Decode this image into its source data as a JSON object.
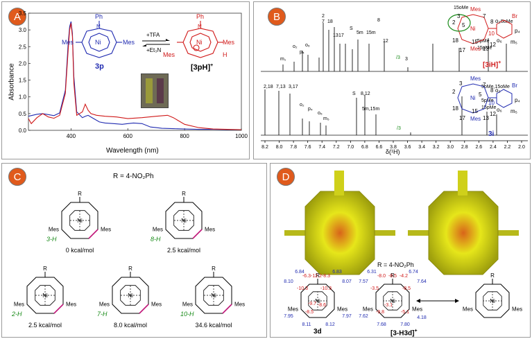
{
  "colors": {
    "blue": "#1f2ab0",
    "red": "#d01818",
    "green": "#178a17",
    "badge": "#e05a1c",
    "badge_gray": "#8c8c8c",
    "surface": "#e6e61a"
  },
  "panelA": {
    "badge": "A",
    "ylabel": "Absorbance",
    "xlabel": "Wavelength (nm)",
    "yticks": [
      "0.0",
      "0.5",
      "1.0",
      "1.5",
      "2.0",
      "2.5",
      "3.0",
      "3.5"
    ],
    "xticks": [
      "400",
      "600",
      "800",
      "1000"
    ],
    "mol_left": {
      "label": "3p",
      "top_sub": "Ph",
      "n": "N",
      "ni": "Ni",
      "mes_left": "Mes",
      "mes_right": "Mes"
    },
    "mol_right": {
      "label": "[3pH]",
      "sup": "+",
      "top_sub": "Ph",
      "n": "N",
      "ni": "Ni",
      "mes_left": "Mes",
      "mes_right": "Mes",
      "h": "H"
    },
    "arrow_top": "+TFA",
    "arrow_bottom": "+Et₃N"
  },
  "chart_data": {
    "type": "line",
    "xlabel": "Wavelength (nm)",
    "ylabel": "Absorbance",
    "xlim": [
      250,
      1000
    ],
    "ylim": [
      0,
      3.5
    ],
    "series": [
      {
        "x": [
          250,
          280,
          300,
          320,
          340,
          360,
          380,
          390,
          395,
          400,
          405,
          410,
          420,
          440,
          450,
          460,
          480,
          500,
          520,
          550,
          580,
          600,
          620,
          650,
          680,
          700,
          720,
          760,
          800,
          850,
          900,
          950,
          1000
        ],
        "values": [
          0.42,
          0.48,
          0.5,
          0.47,
          0.44,
          0.52,
          1.2,
          2.6,
          3.1,
          3.25,
          2.9,
          1.6,
          0.55,
          0.38,
          0.42,
          0.45,
          0.35,
          0.25,
          0.22,
          0.2,
          0.18,
          0.2,
          0.22,
          0.2,
          0.1,
          0.08,
          0.06,
          0.05,
          0.04,
          0.03,
          0.03,
          0.02,
          0.02
        ]
      },
      {
        "x": [
          250,
          260,
          280,
          300,
          320,
          340,
          360,
          380,
          390,
          395,
          400,
          405,
          410,
          420,
          440,
          450,
          460,
          470,
          490,
          520,
          560,
          600,
          650,
          700,
          740,
          760,
          780,
          800,
          850,
          900,
          950,
          1000
        ],
        "values": [
          0.35,
          0.2,
          0.38,
          0.5,
          0.4,
          0.36,
          0.45,
          1.1,
          2.4,
          3.0,
          3.2,
          2.8,
          1.4,
          0.45,
          0.55,
          0.78,
          0.6,
          0.5,
          0.45,
          0.42,
          0.4,
          0.35,
          0.38,
          0.42,
          0.45,
          0.38,
          0.28,
          0.18,
          0.08,
          0.04,
          0.03,
          0.02
        ]
      }
    ]
  },
  "panelB": {
    "badge": "B",
    "axis_label": "δ(¹H)",
    "ticks": [
      "8.2",
      "8.0",
      "7.8",
      "7.6",
      "7.4",
      "7.2",
      "7.0",
      "6.8",
      "6.6",
      "3.8",
      "3.6",
      "3.4",
      "3.2",
      "3.0",
      "2.8",
      "2.6",
      "2.4",
      "2.2",
      "2.0"
    ],
    "top_labels": [
      "m₁",
      "o₂",
      "p₄",
      "o₆",
      "7",
      "2",
      "18",
      "13",
      "17",
      "S",
      "5m",
      "15m",
      "8",
      "12",
      "/3",
      "3",
      "15oMe",
      "5pMe",
      "15pMe",
      "5oMe"
    ],
    "bottom_labels": [
      "2,18",
      "7,13",
      "3,17",
      "o₂",
      "p₄",
      "o₆",
      "m₅",
      "S",
      "8,12",
      "5m,15m",
      "/3",
      "5oMe,15oMe",
      "5pMe",
      "15pMe"
    ],
    "top_compound": "[3iH]",
    "top_sup": "+",
    "bottom_compound": "3i",
    "mol_labels": {
      "mes": "Mes",
      "ni": "Ni",
      "n": "N",
      "br": "Br",
      "o2": "o₂",
      "p4": "p₄",
      "o6": "o₆",
      "m5": "m₅",
      "n2": "2",
      "n3": "3",
      "n5": "5",
      "n7": "7",
      "n8": "8",
      "n10": "10",
      "n12": "12",
      "n13": "13",
      "n15": "15",
      "n17": "17",
      "n18": "18"
    }
  },
  "panelC": {
    "badge": "C",
    "r_label": "R = 4-NO₂Ph",
    "structures": [
      {
        "name": "3-H",
        "energy": "0 kcal/mol"
      },
      {
        "name": "8-H",
        "energy": "2.5 kcal/mol"
      },
      {
        "name": "2-H",
        "energy": "2.5 kcal/mol"
      },
      {
        "name": "7-H",
        "energy": "8.0 kcal/mol"
      },
      {
        "name": "10-H",
        "energy": "34.6 kcal/mol"
      }
    ],
    "mol_labels": {
      "r": "R",
      "n": "N",
      "ni": "Ni",
      "mes": "Mes",
      "h": "H"
    }
  },
  "panelD": {
    "badge": "D",
    "r_label": "R = 4-NO₂Ph",
    "left_name": "3d",
    "right_name": "[3-H3d]",
    "right_sup": "+",
    "left_nics": [
      "-6.3",
      "-12.2",
      "-8.3",
      "-10.3",
      "-10.3",
      "-9.7",
      "-8.6",
      "-8.5"
    ],
    "left_shifts": [
      "6.84",
      "6.83",
      "8.10",
      "8.07",
      "7.95",
      "7.97",
      "8.11",
      "8.12"
    ],
    "right_nics": [
      "-8.0",
      "-8.5",
      "-4.2",
      "-3.5",
      "-8.5",
      "-3.1",
      "-9.8",
      "-5.1"
    ],
    "right_shifts": [
      "6.31",
      "6.74",
      "7.57",
      "7.64",
      "7.62",
      "7.68",
      "7.80",
      "4.18"
    ],
    "mol_labels": {
      "r": "R",
      "n": "N",
      "ni": "Ni",
      "mes": "Mes",
      "h": "H"
    }
  }
}
